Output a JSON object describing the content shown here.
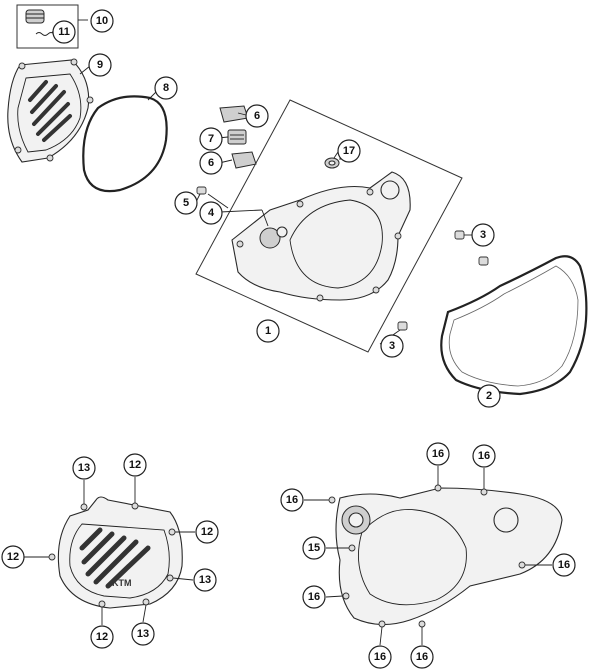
{
  "callouts": [
    {
      "id": "c10",
      "label": "10"
    },
    {
      "id": "c11",
      "label": "11"
    },
    {
      "id": "c9",
      "label": "9"
    },
    {
      "id": "c8",
      "label": "8"
    },
    {
      "id": "c6a",
      "label": "6"
    },
    {
      "id": "c7",
      "label": "7"
    },
    {
      "id": "c6b",
      "label": "6"
    },
    {
      "id": "c17",
      "label": "17"
    },
    {
      "id": "c5",
      "label": "5"
    },
    {
      "id": "c4",
      "label": "4"
    },
    {
      "id": "c3a",
      "label": "3"
    },
    {
      "id": "c1",
      "label": "1"
    },
    {
      "id": "c3b",
      "label": "3"
    },
    {
      "id": "c2",
      "label": "2"
    },
    {
      "id": "c13a",
      "label": "13"
    },
    {
      "id": "c12a",
      "label": "12"
    },
    {
      "id": "c12b",
      "label": "12"
    },
    {
      "id": "c12c",
      "label": "12"
    },
    {
      "id": "c13b",
      "label": "13"
    },
    {
      "id": "c12d",
      "label": "12"
    },
    {
      "id": "c13c",
      "label": "13"
    },
    {
      "id": "c16a",
      "label": "16"
    },
    {
      "id": "c16b",
      "label": "16"
    },
    {
      "id": "c16c",
      "label": "16"
    },
    {
      "id": "c15",
      "label": "15"
    },
    {
      "id": "c16d",
      "label": "16"
    },
    {
      "id": "c16e",
      "label": "16"
    },
    {
      "id": "c16f",
      "label": "16"
    },
    {
      "id": "c16g",
      "label": "16"
    }
  ]
}
